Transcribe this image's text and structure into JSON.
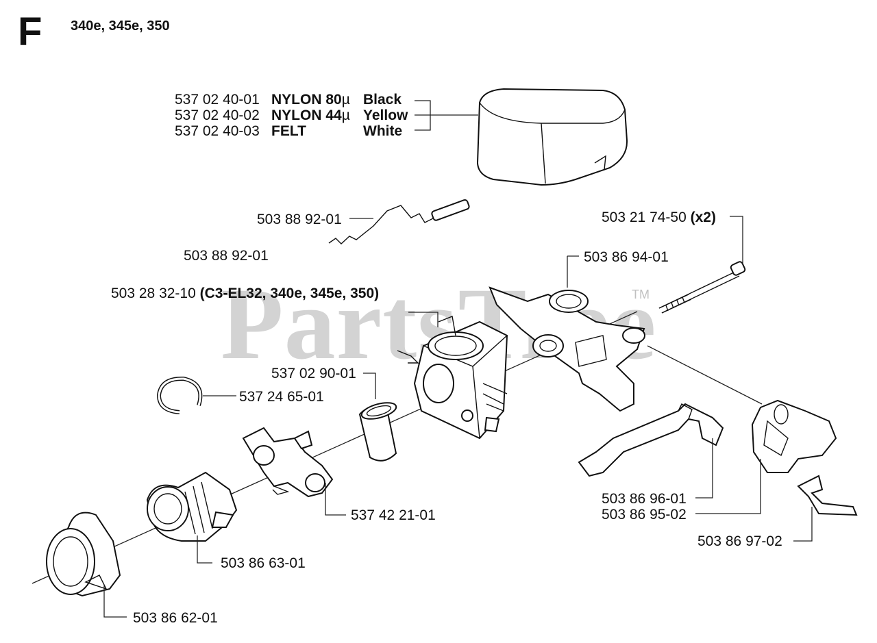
{
  "header": {
    "section_letter": "F",
    "models": "340e, 345e, 350"
  },
  "watermark": {
    "text": "PartsTree",
    "tm": "TM"
  },
  "labels": {
    "air_filter": [
      {
        "part": "537 02 40-01",
        "material": "NYLON 80",
        "unit": "µ",
        "color": "Black"
      },
      {
        "part": "537 02 40-02",
        "material": "NYLON 44",
        "unit": "µ",
        "color": "Yellow"
      },
      {
        "part": "537 02 40-03",
        "material": "FELT",
        "unit": "",
        "color": "White"
      }
    ],
    "choke_rod": "503 88 92-01",
    "choke_rod_alt": "503 88 92-01",
    "bolt": {
      "part": "503 21 74-50",
      "qty": "(x2)"
    },
    "carb_holder": "503 86 94-01",
    "carburetor": {
      "part": "503 28 32-10",
      "note": "(C3-EL32, 340e, 345e, 350)"
    },
    "gasket_ring": "537 02 90-01",
    "circlip": "537 24 65-01",
    "clamp": "537 42 21-01",
    "intake_boot": "503 86 63-01",
    "flange": "503 86 62-01",
    "throttle_lever": "503 86 96-01",
    "bracket": "503 86 95-02",
    "spring_clip": "503 86 97-02"
  }
}
